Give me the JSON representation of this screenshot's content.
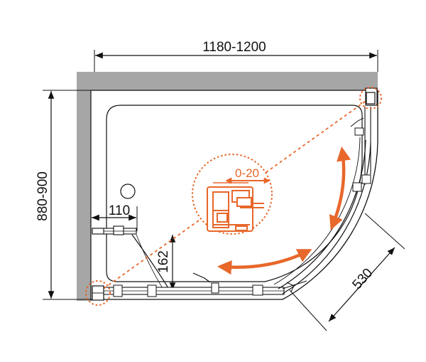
{
  "diagram": {
    "dimensions": {
      "width_range": "1180-1200",
      "depth_range": "880-900",
      "drain_offset": "110",
      "door_swing": "162",
      "door_width": "530"
    },
    "detail_label": "0-20",
    "colors": {
      "wall": "#a6a6a6",
      "outline": "#111111",
      "accent": "#e8672a"
    }
  }
}
